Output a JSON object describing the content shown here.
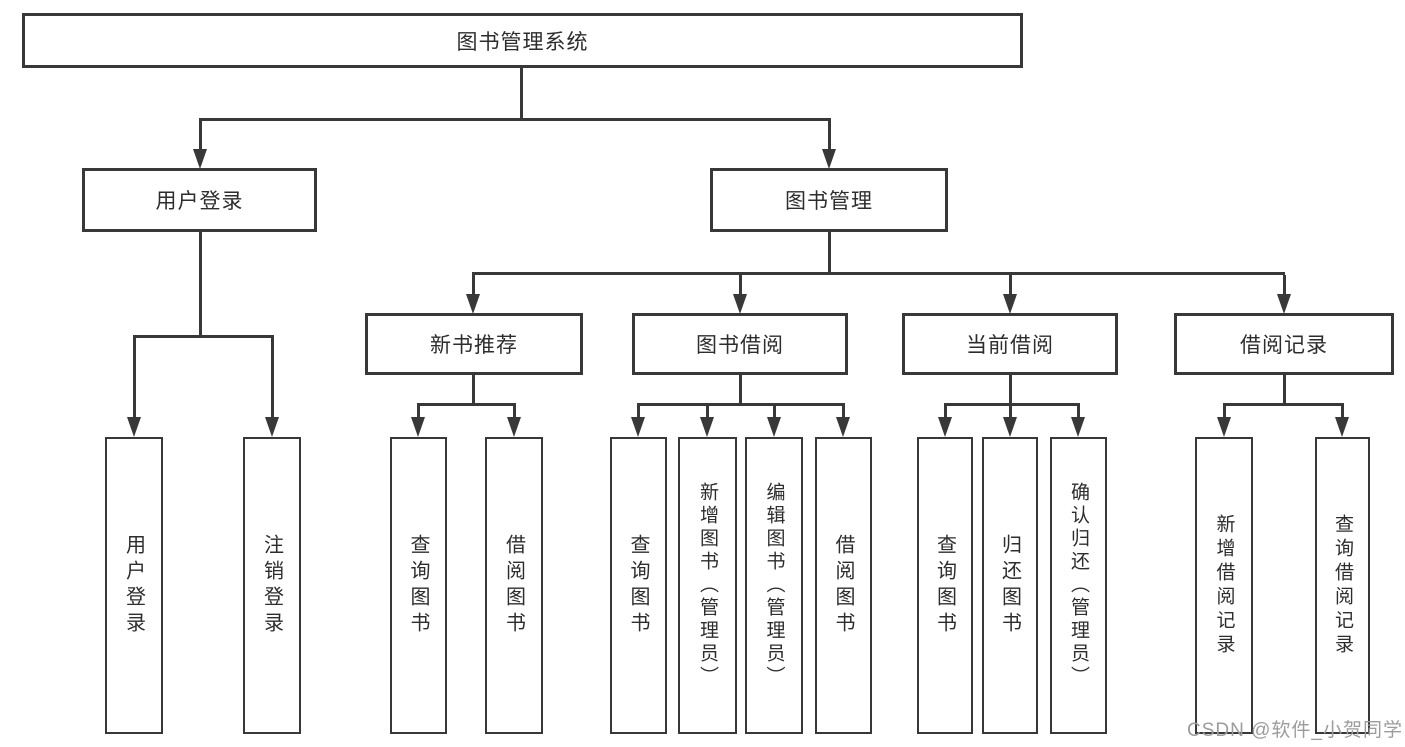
{
  "diagram": {
    "root": {
      "label": "图书管理系统"
    },
    "branches": [
      {
        "label": "用户登录",
        "children": [
          {
            "label": "用户登录"
          },
          {
            "label": "注销登录"
          }
        ]
      },
      {
        "label": "图书管理",
        "children": [
          {
            "label": "新书推荐",
            "children": [
              {
                "label": "查询图书"
              },
              {
                "label": "借阅图书"
              }
            ]
          },
          {
            "label": "图书借阅",
            "children": [
              {
                "label": "查询图书"
              },
              {
                "label": "新增图书（管理员）"
              },
              {
                "label": "编辑图书（管理员）"
              },
              {
                "label": "借阅图书"
              }
            ]
          },
          {
            "label": "当前借阅",
            "children": [
              {
                "label": "查询图书"
              },
              {
                "label": "归还图书"
              },
              {
                "label": "确认归还（管理员）"
              }
            ]
          },
          {
            "label": "借阅记录",
            "children": [
              {
                "label": "新增借阅记录"
              },
              {
                "label": "查询借阅记录"
              }
            ]
          }
        ]
      }
    ]
  },
  "watermark": {
    "text": "CSDN @软件_小贺同学"
  },
  "colors": {
    "line": "#383838",
    "text": "#2d2d2d",
    "watermark": "#9c9c9c",
    "background": "#ffffff"
  }
}
